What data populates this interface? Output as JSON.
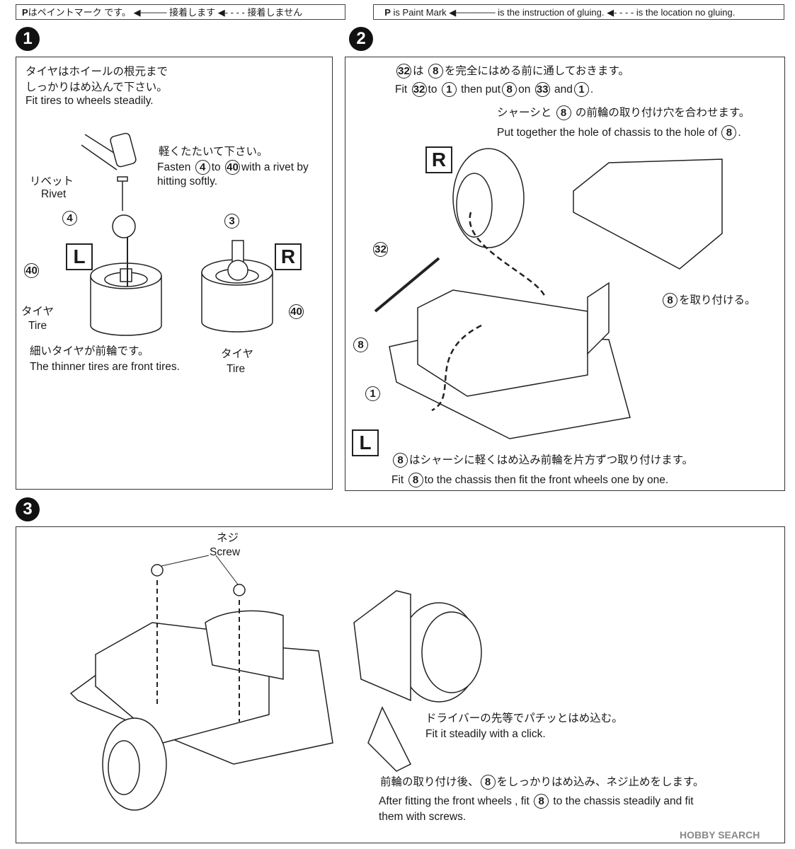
{
  "legend_jp": {
    "p": "P",
    "text": "はペイントマーク です。",
    "glue": "接着します",
    "noglue": "接着しません"
  },
  "legend_en": {
    "p": "P",
    "text": "is Paint Mark",
    "glue": "is the instruction of gluing.",
    "noglue": "is the location no gluing."
  },
  "step1": {
    "number": "1",
    "jp1": "タイヤはホイールの根元まで",
    "jp2": "しっかりはめ込んで下さい。",
    "en": "Fit tires to wheels steadily.",
    "tap_jp": "軽くたたいて下さい。",
    "tap_en_a": "Fasten",
    "tap_p1": "4",
    "tap_en_b": "to",
    "tap_p2": "40",
    "tap_en_c": "with a rivet by",
    "tap_en_d": "hitting softly.",
    "rivet_jp": "リベット",
    "rivet_en": "Rivet",
    "part4": "4",
    "part3": "3",
    "part40a": "40",
    "part40b": "40",
    "L": "L",
    "R": "R",
    "tire_jp": "タイヤ",
    "tire_en": "Tire",
    "tire2_jp": "タイヤ",
    "tire2_en": "Tire",
    "thin_jp": "細いタイヤが前輪です。",
    "thin_en": "The thinner tires are front tires."
  },
  "step2": {
    "number": "2",
    "l1_p1": "32",
    "l1_a": "は",
    "l1_p2": "8",
    "l1_b": "を完全にはめる前に通しておきます。",
    "l2_a": "Fit",
    "l2_p1": "32",
    "l2_b": "to",
    "l2_p2": "1",
    "l2_c": "then put",
    "l2_p3": "8",
    "l2_d": "on",
    "l2_p4": "33",
    "l2_e": "and",
    "l2_p5": "1",
    "l2_f": ".",
    "l3_a": "シャーシと",
    "l3_p": "8",
    "l3_b": "の前輪の取り付け穴を合わせます。",
    "l4_a": "Put together the hole of chassis to the hole of",
    "l4_p": "8",
    "l4_b": ".",
    "R": "R",
    "L": "L",
    "part32": "32",
    "part8": "8",
    "part1": "1",
    "attach_p": "8",
    "attach": "を取り付ける。",
    "b1_p": "8",
    "b1": "はシャーシに軽くはめ込み前輪を片方ずつ取り付けます。",
    "b2_a": "Fit",
    "b2_p": "8",
    "b2_b": "to the chassis then fit the front wheels one by one."
  },
  "step3": {
    "number": "3",
    "screw_jp": "ネジ",
    "screw_en": "Screw",
    "click_jp": "ドライバーの先等でパチッとはめ込む。",
    "click_en": "Fit it steadily with a click.",
    "f1_a": "前輪の取り付け後、",
    "f1_p": "8",
    "f1_b": "をしっかりはめ込み、ネジ止めをします。",
    "f2_a": "After fitting the front wheels , fit",
    "f2_p": "8",
    "f2_b": "to the chassis steadily and fit",
    "f3": "them with screws."
  },
  "watermark": "HOBBY SEARCH"
}
